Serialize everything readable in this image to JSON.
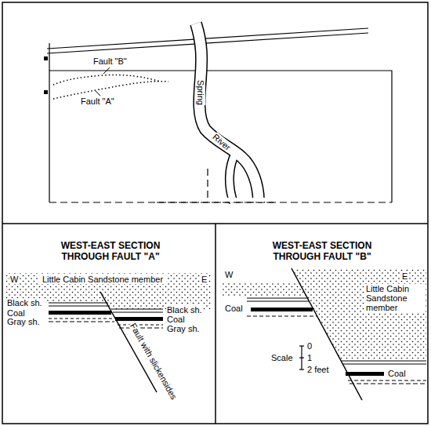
{
  "diagram": {
    "labels": [
      "Fault \"B\"",
      "Fault \"A\"",
      "Spring",
      "River",
      "WEST-EAST SECTION THROUGH FAULT \"A\"",
      "W",
      "E",
      "Little Cabin Sandstone member",
      "Black sh.",
      "Coal",
      "Gray sh.",
      "Black sh.",
      "Coal",
      "Gray sh.",
      "Fault with slickensides",
      "WEST-EAST SECTION THROUGH FAULT \"B\"",
      "W",
      "E",
      "Little Cabin Sandstone member",
      "Coal",
      "Coal",
      "Scale",
      "0",
      "1",
      "2 feet"
    ]
  }
}
